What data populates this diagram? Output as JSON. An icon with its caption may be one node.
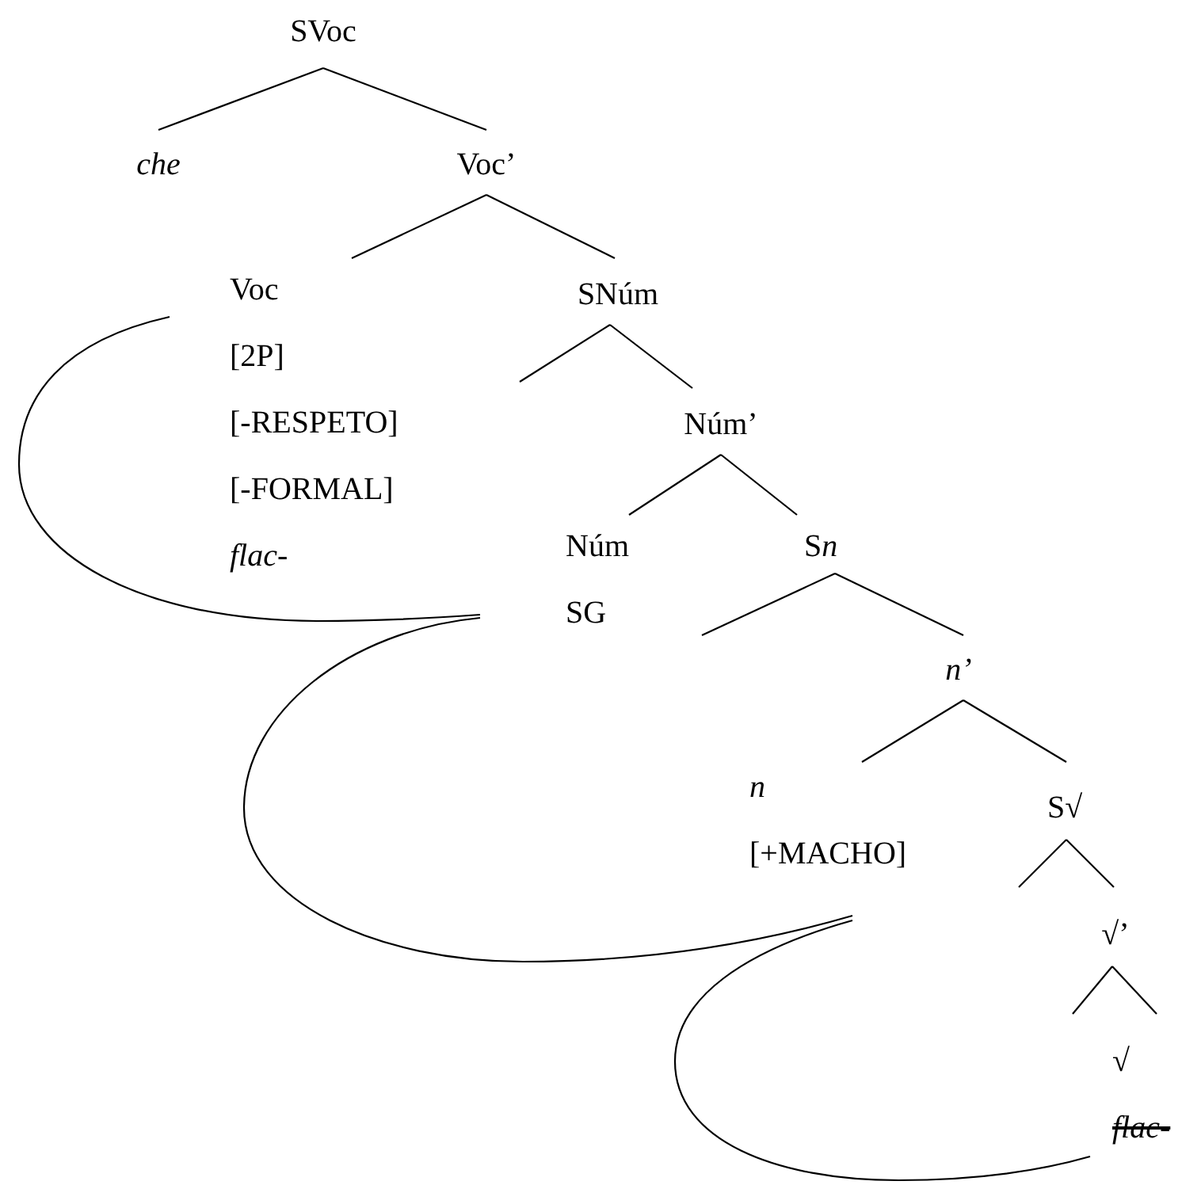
{
  "diagram": {
    "nodes": [
      {
        "text": [
          "SVoc"
        ]
      },
      {
        "text": [
          "che"
        ]
      },
      {
        "text": [
          "Voc’"
        ]
      },
      {
        "text": [
          "Voc",
          "[2P]",
          "[-RESPETO]",
          "[-FORMAL]",
          "flac-"
        ]
      },
      {
        "text": [
          "SNúm"
        ]
      },
      {
        "text": [
          "Núm’"
        ]
      },
      {
        "text": [
          "Núm",
          "SG"
        ]
      },
      {
        "text": [
          "Sn"
        ]
      },
      {
        "text": [
          "n’"
        ]
      },
      {
        "text": [
          "n",
          "[+MACHO]"
        ]
      },
      {
        "text": [
          "S√"
        ]
      },
      {
        "text": [
          "√’"
        ]
      },
      {
        "text": [
          "√",
          "flac-"
        ]
      }
    ],
    "edges": [
      {
        "from": 0,
        "to": 1,
        "arrow": "none"
      },
      {
        "from": 0,
        "to": 2,
        "arrow": "none"
      },
      {
        "from": 2,
        "to": 3,
        "arrow": "none"
      },
      {
        "from": 2,
        "to": 4,
        "arrow": "none"
      },
      {
        "from": 4,
        "to": null,
        "arrow": "none"
      },
      {
        "from": 4,
        "to": 5,
        "arrow": "none"
      },
      {
        "from": 5,
        "to": 6,
        "arrow": "none"
      },
      {
        "from": 5,
        "to": 7,
        "arrow": "none"
      },
      {
        "from": 7,
        "to": null,
        "arrow": "none"
      },
      {
        "from": 7,
        "to": 8,
        "arrow": "none"
      },
      {
        "from": 8,
        "to": 9,
        "arrow": "none"
      },
      {
        "from": 8,
        "to": 10,
        "arrow": "none"
      },
      {
        "from": 10,
        "to": null,
        "arrow": "none"
      },
      {
        "from": 10,
        "to": 11,
        "arrow": "none"
      },
      {
        "from": 11,
        "to": null,
        "arrow": "none"
      },
      {
        "from": 11,
        "to": 12,
        "arrow": "none"
      },
      {
        "from": 3,
        "to": 6,
        "arrow": "none"
      },
      {
        "from": 6,
        "to": 9,
        "arrow": "none"
      },
      {
        "from": 9,
        "to": 12,
        "arrow": "none"
      }
    ]
  }
}
